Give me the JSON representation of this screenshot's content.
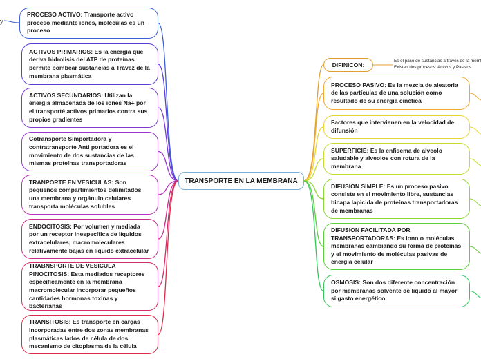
{
  "center_title": "TRANSPORTE EN LA MEMBRANA",
  "left_nodes": [
    {
      "text": "PROCESO ACTIVO: Transporte activo proceso mediante iones, moléculas es un proceso",
      "color": "#3d5ed6"
    },
    {
      "text": "ACTIVOS PRIMARIOS: Es la energía que deriva hidrolisis del ATP de proteínas permite bombear sustancias a Trávez de la membrana plasmática",
      "color": "#5a3dd6"
    },
    {
      "text": "ACTIVOS SECUNDARIOS: Utilizan la energía almacenada de los iones Na+ por el transporté activos primarios contra sus propios gradientes",
      "color": "#7a3bd4"
    },
    {
      "text": "Cotransporte Simportadora y contratransporte Anti portadora es el movimiento de dos sustancias de las mismas proteínas transportadoras",
      "color": "#9a35cf"
    },
    {
      "text": "TRANPORTE EN VESICULAS: Son pequeños compartimientos delimitados una membrana y orgánulo celulares transporta moléculas solubles",
      "color": "#b52fb8"
    },
    {
      "text": "ENDOCITOSIS: Por volumen y mediada por un receptor inespecífica de líquidos extracelulares, macromoleculares relativamente bajas en liquido extracelular",
      "color": "#c72d8e"
    },
    {
      "text": "TRABNSPORTE DE VESICULA PINOCITOSIS: Esta mediados receptores específicamente en la membrana macromolecular incorporar pequeños cantidades hormonas toxinas y bacterianas",
      "color": "#d42c6a"
    },
    {
      "text": "TRANSITOSIS: Es transporte en cargas incorporadas entre dos zonas membranas plasmáticas lados de célula de dos mecanismo de citoplasma de la célula",
      "color": "#dc2b4a"
    }
  ],
  "definition": {
    "label": "DIFINICON:",
    "text_line1": "Es el paso de sustancias a través de la memb",
    "text_line2": "Existen dos procesos: Activos y Pasivos",
    "color": "#e0a030"
  },
  "right_nodes": [
    {
      "text": "PROCESO PASIVO: Es la mezcla de aleatoria de las partículas de una solución como resultado de su energía cinética",
      "color": "#f0a830"
    },
    {
      "text": "Factores que intervienen en la velocidad de difunsión",
      "color": "#e8d530"
    },
    {
      "text": "SUPERFICIE: Es la enfisema de alveolo saludable y alveolos con rotura de la membrana",
      "color": "#c4dc2c"
    },
    {
      "text": "DIFUSION SIMPLE: Es un proceso pasivo consiste en el movimiento libre, sustancias bicapa lapicida de proteínas transportadoras de membranas",
      "color": "#8ed634"
    },
    {
      "text": "DIFUSION FACILITADA POR TRANSPORTADORAS: Es iono o moléculas membranas cambiando su forma de proteínas y el movimiento de moléculas pasivas de energía celular",
      "color": "#5cd03a"
    },
    {
      "text": "OSMOSIS: Son dos diferente concentración por membranas solvente de liquido al mayor si gasto energético",
      "color": "#35c45a"
    }
  ],
  "left_stub": "y"
}
